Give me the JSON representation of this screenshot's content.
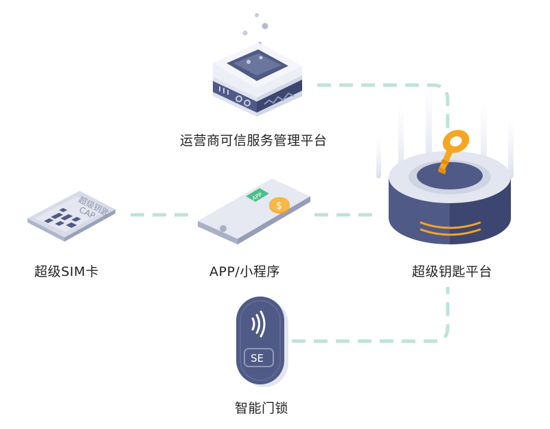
{
  "colors": {
    "connector": "#bfe3d4",
    "navy": "#4f5a86",
    "navy_dark": "#3c4670",
    "device_light": "#e9ecf4",
    "accent_orange": "#f5a623",
    "accent_green": "#4cbf8a"
  },
  "nodes": {
    "carrier_platform": {
      "label": "运营商可信服务管理平台",
      "icon": "server-box-icon"
    },
    "sim": {
      "label": "超级SIM卡",
      "icon": "sim-card-icon",
      "chip_text_line1": "超级钥匙",
      "chip_text_line2": "CAP"
    },
    "app": {
      "label": "APP/小程序",
      "icon": "phone-icon",
      "badge_app": "APP",
      "badge_coin": "$"
    },
    "super_key_platform": {
      "label": "超级钥匙平台",
      "icon": "key-platform-icon"
    },
    "smart_lock": {
      "label": "智能门锁",
      "icon": "smart-lock-icon",
      "se_text": "SE",
      "nfc_icon": "nfc-waves-icon"
    }
  }
}
